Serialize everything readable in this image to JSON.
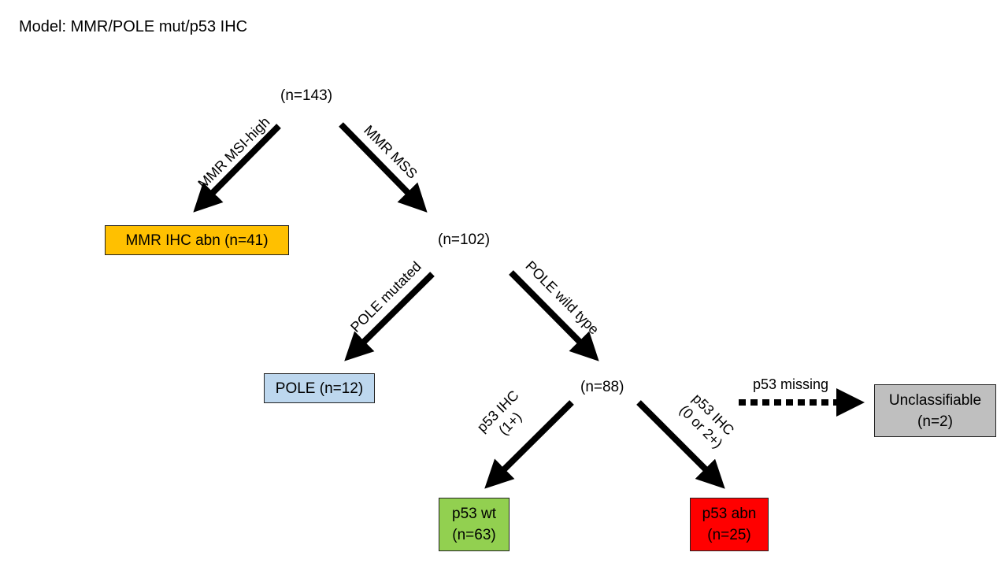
{
  "title": "Model: MMR/POLE mut/p53 IHC",
  "nodes": {
    "root": "(n=143)",
    "mss": "(n=102)",
    "polewt": "(n=88)"
  },
  "leaves": {
    "mmr": {
      "label": "MMR IHC abn (n=41)",
      "color": "#FFC000"
    },
    "pole": {
      "label": "POLE (n=12)",
      "color": "#BDD7EE"
    },
    "p53wt": {
      "line1": "p53 wt",
      "line2": "(n=63)",
      "color": "#92D050"
    },
    "p53abn": {
      "line1": "p53 abn",
      "line2": "(n=25)",
      "color": "#FF0000"
    },
    "unclass": {
      "line1": "Unclassifiable",
      "line2": "(n=2)",
      "color": "#BFBFBF"
    }
  },
  "edges": {
    "msi_high": "MMR MSI-high",
    "mss": "MMR MSS",
    "pole_mutated": "POLE mutated",
    "pole_wild": "POLE wild type",
    "p53_1plus_line1": "p53 IHC",
    "p53_1plus_line2": "(1+)",
    "p53_0or2_line1": "p53 IHC",
    "p53_0or2_line2": "(0 or 2+)",
    "p53_missing": "p53 missing"
  }
}
